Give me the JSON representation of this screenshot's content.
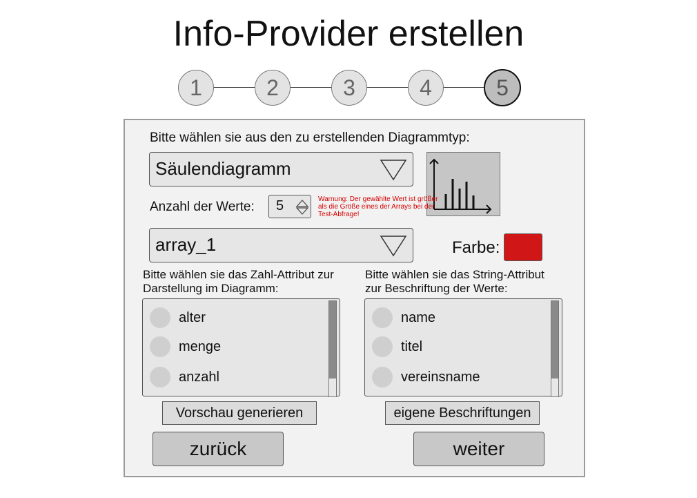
{
  "page": {
    "title": "Info-Provider erstellen"
  },
  "steps": [
    {
      "label": "1",
      "active": false
    },
    {
      "label": "2",
      "active": false
    },
    {
      "label": "3",
      "active": false
    },
    {
      "label": "4",
      "active": false
    },
    {
      "label": "5",
      "active": true
    }
  ],
  "form": {
    "chart_type_prompt": "Bitte wählen sie aus den zu erstellenden Diagrammtyp:",
    "chart_type_value": "Säulendiagramm",
    "count_label": "Anzahl der Werte:",
    "count_value": "5",
    "warning": "Warnung: Der gewählte Wert ist größer als die Größe eines der Arrays bei der Test-Abfrage!",
    "array_value": "array_1",
    "color_label": "Farbe:",
    "color_value": "#d01616",
    "number_attr_prompt_line1": "Bitte wählen sie das Zahl-Attribut zur",
    "number_attr_prompt_line2": "Darstellung im Diagramm:",
    "number_attr_options": [
      "alter",
      "menge",
      "anzahl"
    ],
    "string_attr_prompt_line1": "Bitte wählen sie das String-Attribut",
    "string_attr_prompt_line2": "zur Beschriftung der Werte:",
    "string_attr_options": [
      "name",
      "titel",
      "vereinsname"
    ],
    "preview_button": "Vorschau generieren",
    "custom_labels_button": "eigene Beschriftungen",
    "back_button": "zurück",
    "next_button": "weiter"
  },
  "icons": {
    "dropdown": "chevron-down-icon",
    "stepper": "spinner-arrows-icon",
    "chart": "bar-chart-icon"
  }
}
